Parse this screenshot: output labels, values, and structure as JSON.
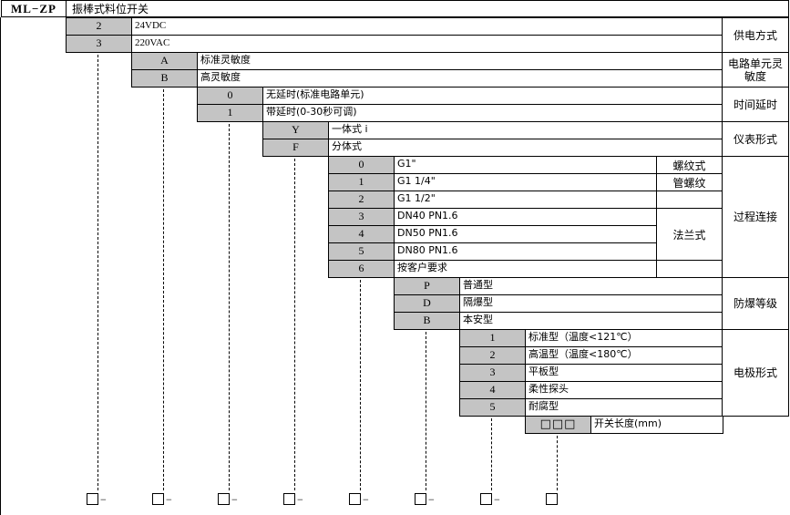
{
  "header": {
    "model": "ML−ZP",
    "title": "振棒式料位开关"
  },
  "groups": [
    {
      "category": "供电方式",
      "options": [
        {
          "code": "2",
          "text": "24VDC"
        },
        {
          "code": "3",
          "text": "220VAC"
        }
      ]
    },
    {
      "category": "电路单元灵敏度",
      "options": [
        {
          "code": "A",
          "text": "标准灵敏度"
        },
        {
          "code": "B",
          "text": "高灵敏度"
        }
      ]
    },
    {
      "category": "时间延时",
      "options": [
        {
          "code": "0",
          "text": "无延时(标准电路单元)"
        },
        {
          "code": "1",
          "text": "带延时(0-30秒可调)"
        }
      ]
    },
    {
      "category": "仪表形式",
      "options": [
        {
          "code": "Y",
          "text": "一体式   i"
        },
        {
          "code": "F",
          "text": "分体式"
        }
      ]
    },
    {
      "category": "过程连接",
      "options": [
        {
          "code": "0",
          "text": "G1\""
        },
        {
          "code": "1",
          "text": "G1 1/4\""
        },
        {
          "code": "2",
          "text": "G1 1/2\""
        },
        {
          "code": "3",
          "text": "DN40 PN1.6"
        },
        {
          "code": "4",
          "text": "DN50 PN1.6"
        },
        {
          "code": "5",
          "text": "DN80 PN1.6"
        },
        {
          "code": "6",
          "text": "按客户要求"
        }
      ],
      "subtypes": [
        "螺纹式",
        "管螺纹",
        "法兰式"
      ]
    },
    {
      "category": "防爆等级",
      "options": [
        {
          "code": "P",
          "text": "普通型"
        },
        {
          "code": "D",
          "text": "隔爆型"
        },
        {
          "code": "B",
          "text": "本安型"
        }
      ]
    },
    {
      "category": "电极形式",
      "options": [
        {
          "code": "1",
          "text": "标准型（温度<121℃）"
        },
        {
          "code": "2",
          "text": "高温型（温度<180℃）"
        },
        {
          "code": "3",
          "text": "平板型"
        },
        {
          "code": "4",
          "text": "柔性探头"
        },
        {
          "code": "5",
          "text": "耐腐型"
        }
      ]
    }
  ],
  "length": {
    "code": "□□□",
    "text": "开关长度(mm)"
  },
  "selector": {
    "separator": "−"
  }
}
